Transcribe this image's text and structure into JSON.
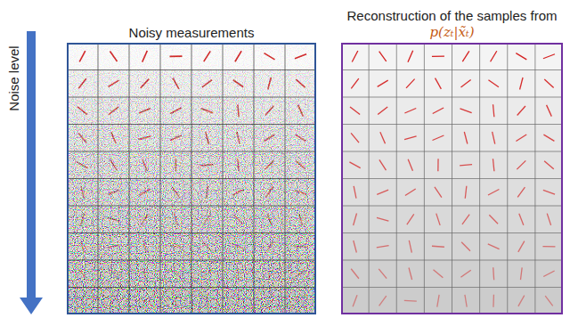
{
  "diagram": {
    "nodes": [
      {
        "text": [
          "Noisy measurements"
        ]
      },
      {
        "text": [
          "Reconstruction of the samples from",
          "p(zₜ|x̃ₜ)"
        ]
      }
    ],
    "labels": [
      "Noise level"
    ]
  }
}
